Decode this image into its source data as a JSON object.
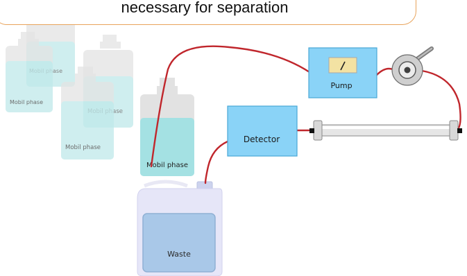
{
  "callout": {
    "text": "necessary for separation"
  },
  "labels": {
    "bottle_top_right": "Mobil phase",
    "bottle_back_left": "Mobil phase",
    "bottle_mid": "Mobil phase",
    "bottle_front": "Mobil phase",
    "bottle_connected": "Mobil phase",
    "pump": "Pump",
    "detector": "Detector",
    "waste": "Waste"
  },
  "colors": {
    "tubing": "#c0262c",
    "box_fill": "#8ad3f7",
    "box_stroke": "#49a8d6",
    "liquid": "#a4e1e3",
    "glass": "#e4e4e4",
    "waste_container": "#e4e4f6",
    "waste_liquid": "#a9c8e8",
    "callout_border": "#e8a35a"
  }
}
